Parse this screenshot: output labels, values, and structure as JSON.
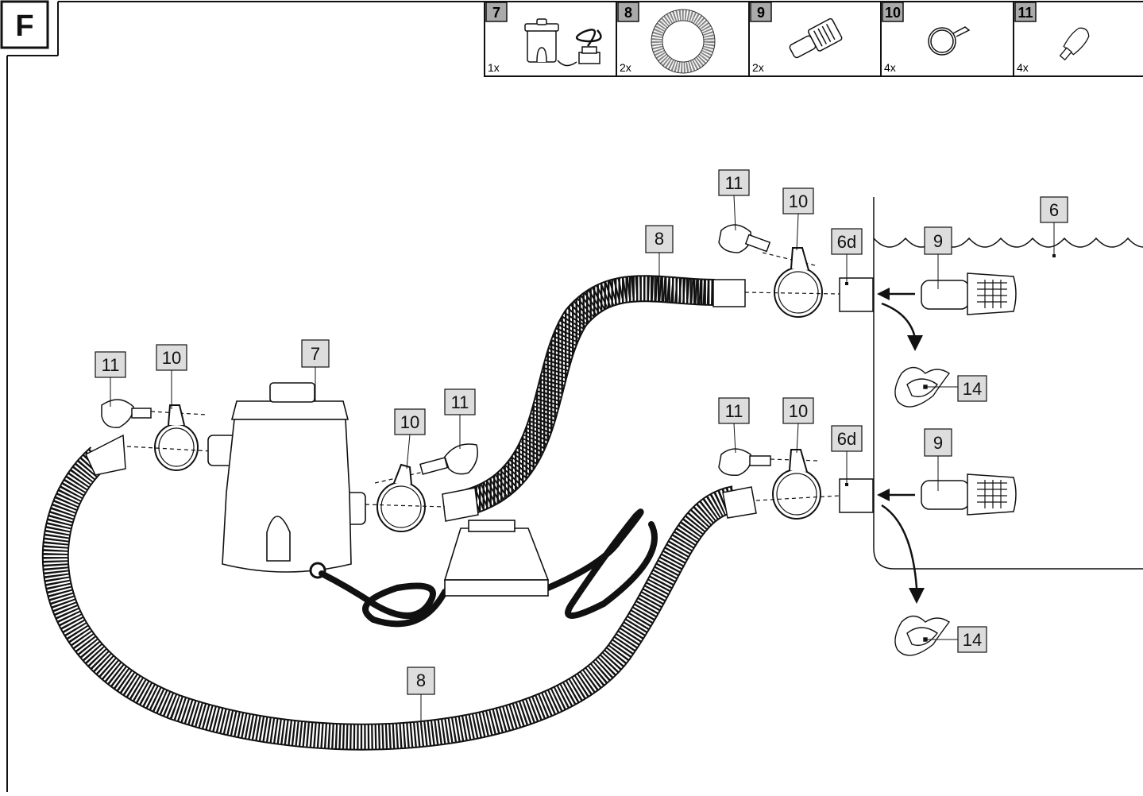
{
  "figure": {
    "letter": "F"
  },
  "parts": [
    {
      "num": "7",
      "qty": "1x",
      "icon": "filter-pump-icon"
    },
    {
      "num": "8",
      "qty": "2x",
      "icon": "hose-coil-icon"
    },
    {
      "num": "9",
      "qty": "2x",
      "icon": "strainer-icon"
    },
    {
      "num": "10",
      "qty": "4x",
      "icon": "hose-clamp-icon"
    },
    {
      "num": "11",
      "qty": "4x",
      "icon": "plug-icon"
    }
  ],
  "callouts": {
    "pump": "7",
    "hose": "8",
    "strainer": "9",
    "clamp": "10",
    "plug": "11",
    "pool": "6",
    "pool_connector": "6d",
    "stopper": "14"
  }
}
